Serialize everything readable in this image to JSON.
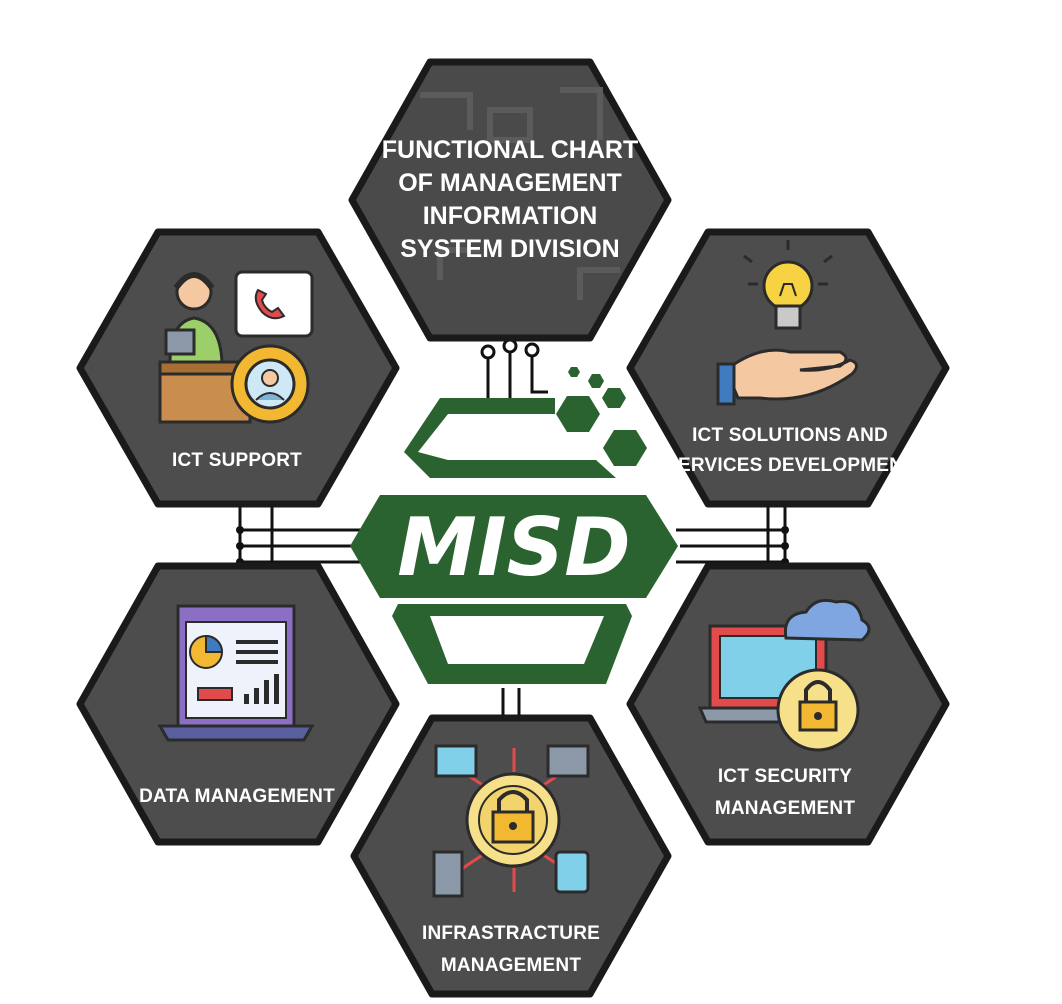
{
  "title": {
    "lines": [
      "FUNCTIONAL CHART",
      "OF MANAGEMENT",
      "INFORMATION",
      "SYSTEM DIVISION"
    ]
  },
  "logo": {
    "text": "MISD",
    "color": "#2a6330"
  },
  "units": [
    {
      "key": "ict_support",
      "lines": [
        "ICT SUPPORT"
      ],
      "icon": "helpdesk-icon"
    },
    {
      "key": "ict_solutions",
      "lines": [
        "ICT SOLUTIONS AND",
        "SERVICES DEVELOPMENT"
      ],
      "icon": "lightbulb-hand-icon"
    },
    {
      "key": "data_management",
      "lines": [
        "DATA MANAGEMENT"
      ],
      "icon": "dashboard-laptop-icon"
    },
    {
      "key": "ict_security",
      "lines": [
        "ICT SECURITY",
        "MANAGEMENT"
      ],
      "icon": "cloud-lock-laptop-icon"
    },
    {
      "key": "infrastructure",
      "lines": [
        "INFRASTRACTURE",
        "MANAGEMENT"
      ],
      "icon": "network-lock-icon"
    }
  ],
  "colors": {
    "hexagon": "#4d4d4d",
    "hexagon_border": "#1a1a1a",
    "logo_green": "#2a6330",
    "label": "#ffffff"
  }
}
